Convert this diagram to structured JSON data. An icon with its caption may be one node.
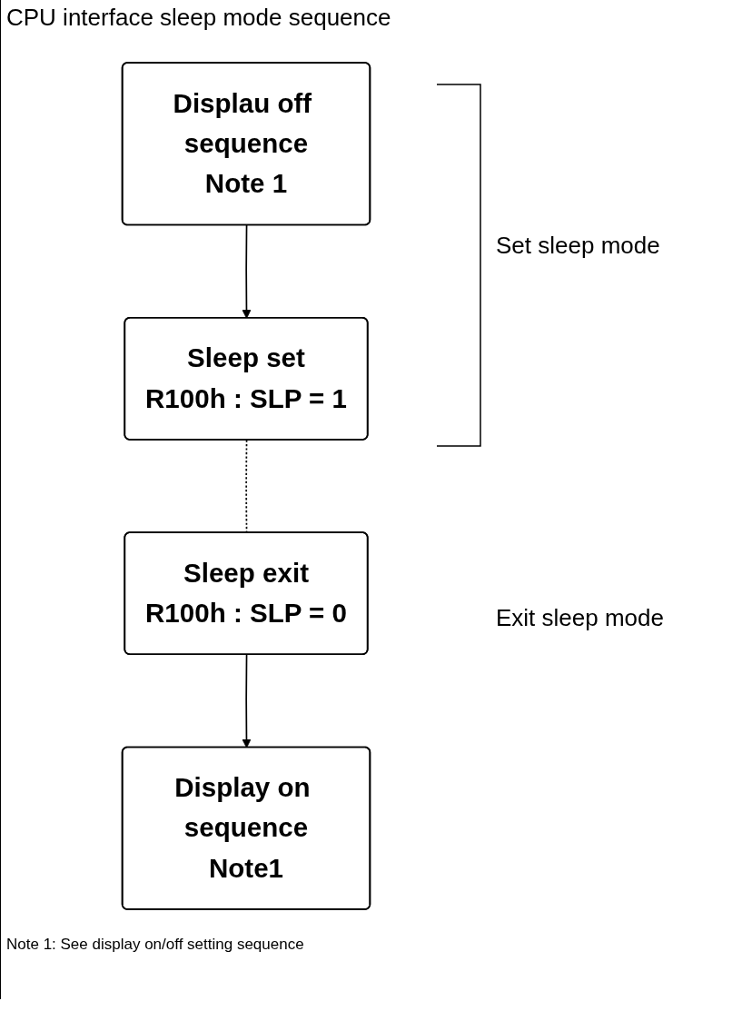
{
  "diagram": {
    "title": "CPU interface sleep mode sequence",
    "nodes": [
      {
        "text": [
          "Displau off sequence",
          "Note 1"
        ]
      },
      {
        "text": [
          "Sleep set",
          "R100h : SLP = 1"
        ]
      },
      {
        "text": [
          "Sleep exit",
          "R100h : SLP = 0"
        ]
      },
      {
        "text": [
          "Display on sequence",
          "Note1"
        ]
      }
    ],
    "edges": [
      {
        "from": 0,
        "to": 1,
        "arrow": "to"
      },
      {
        "from": 1,
        "to": 2,
        "arrow": "none",
        "style": "dashed"
      },
      {
        "from": 2,
        "to": 3,
        "arrow": "to"
      }
    ],
    "labels": [
      "Set sleep mode",
      "Exit sleep mode",
      "Note 1: See display on/off setting sequence"
    ]
  }
}
